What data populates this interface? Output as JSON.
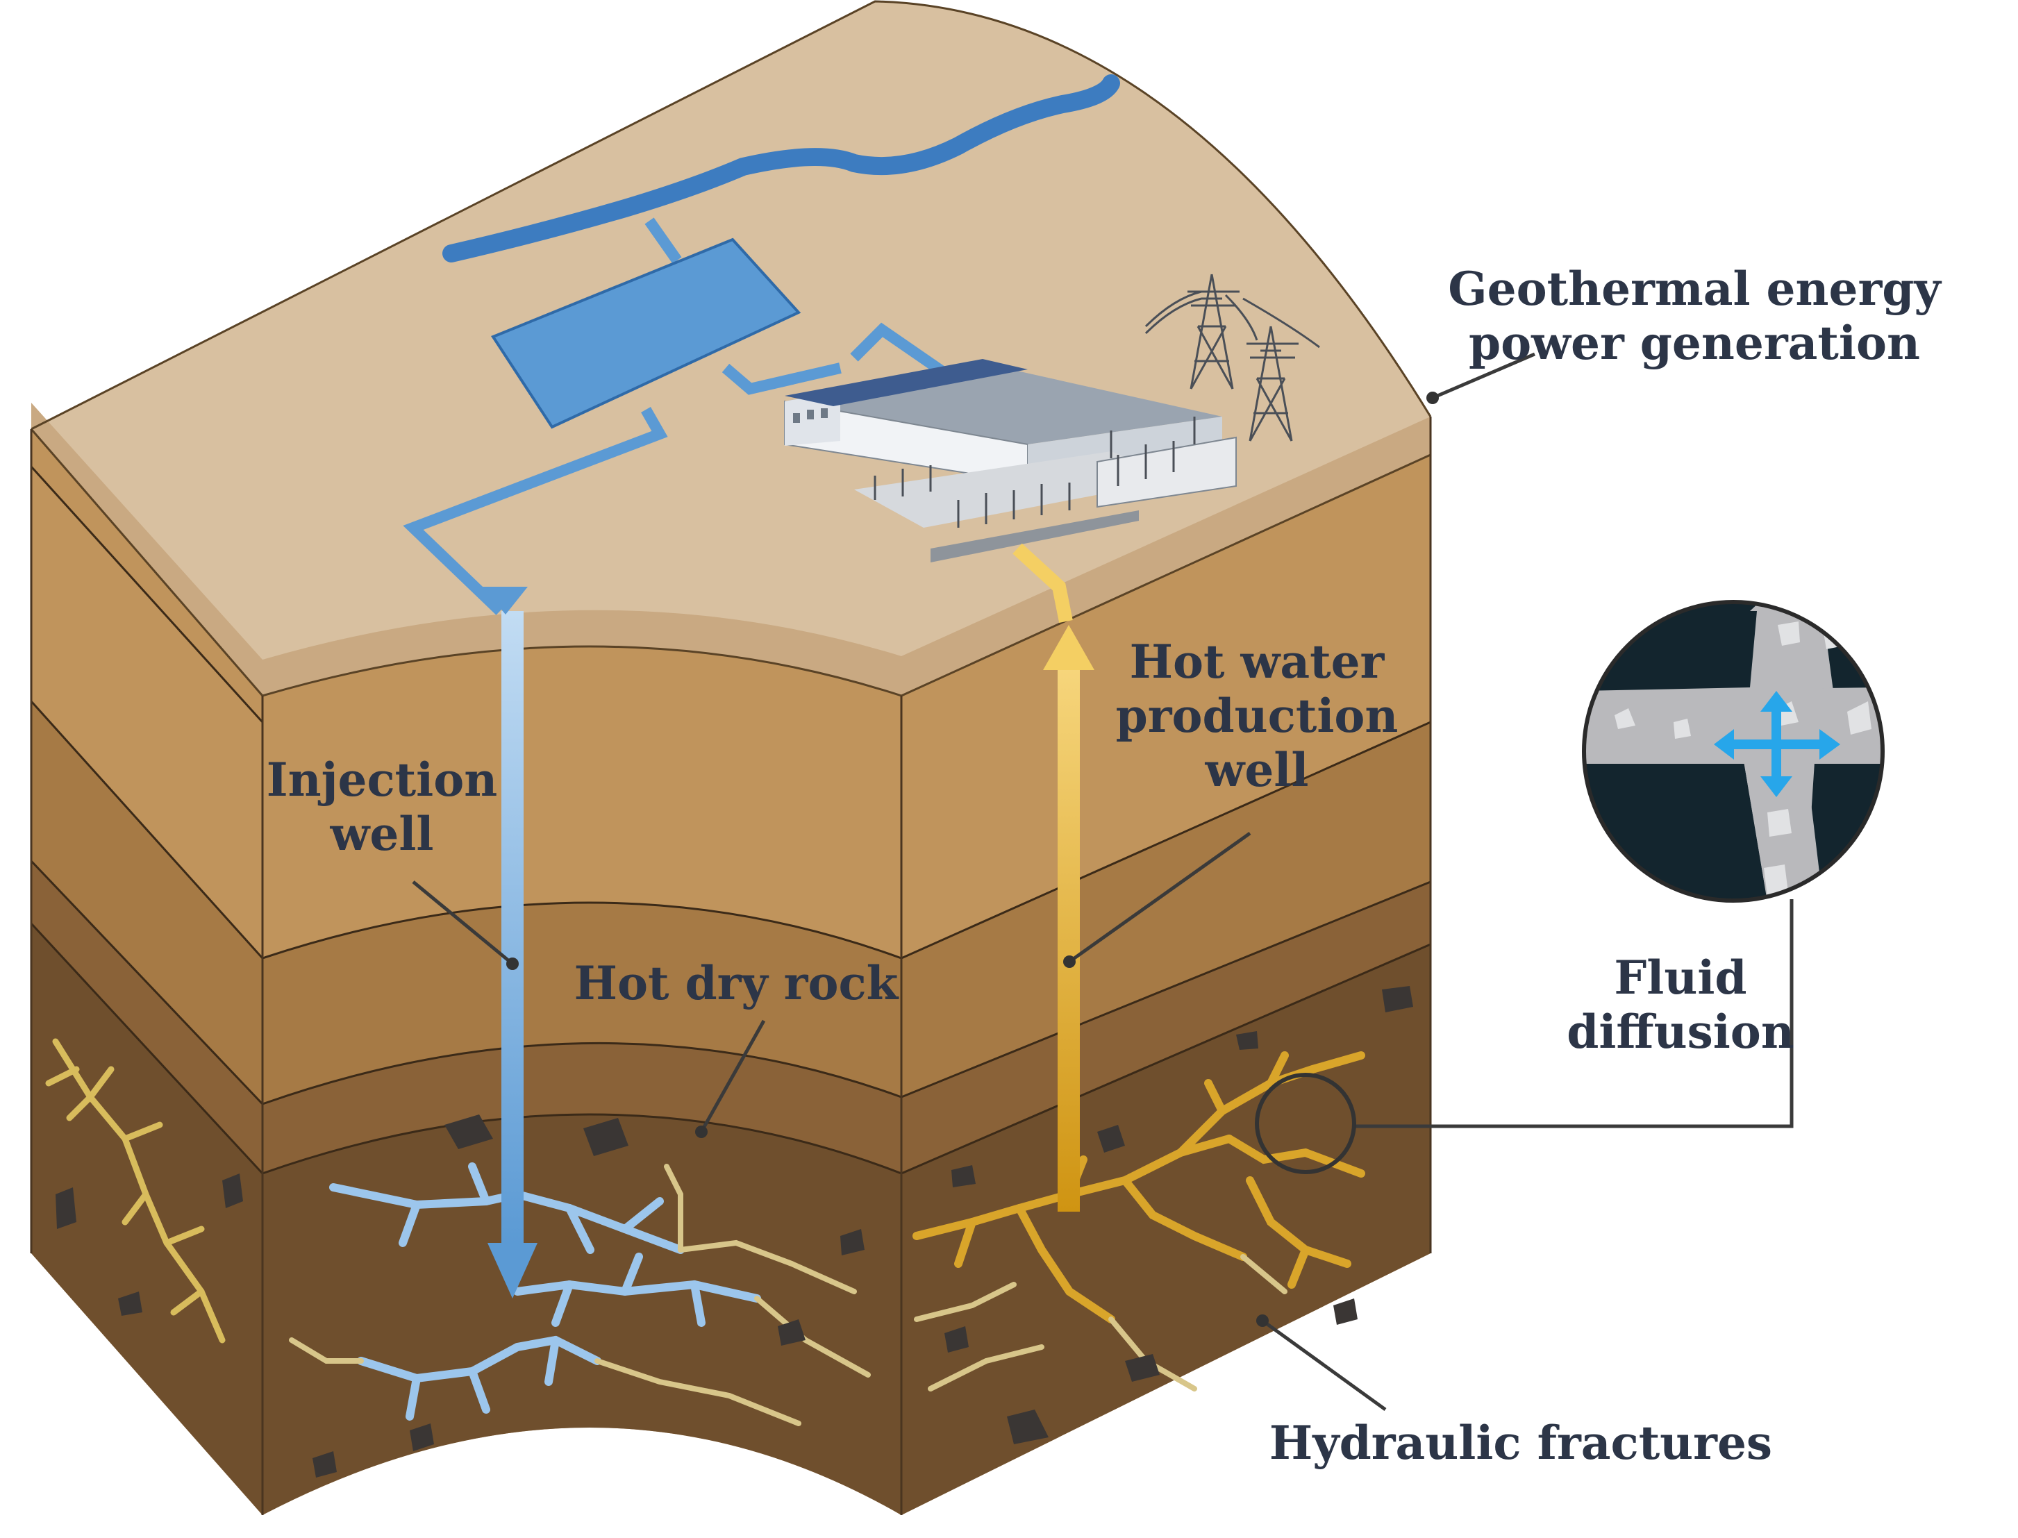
{
  "labels": {
    "geothermal": [
      "Geothermal energy",
      "power generation"
    ],
    "hot_water": [
      "Hot water",
      "production",
      "well"
    ],
    "injection": [
      "Injection",
      "well"
    ],
    "hot_dry_rock": "Hot dry rock",
    "fluid_diffusion": [
      "Fluid",
      "diffusion"
    ],
    "hydraulic_fractures": "Hydraulic fractures"
  },
  "colors": {
    "ground_top": "#d8c0a0",
    "layer1": "#c0945c",
    "layer2": "#a67a45",
    "layer3": "#8a6238",
    "layer4": "#6f4f2d",
    "water": "#3d7cc0",
    "pond": "#5b9ad4",
    "injection": "#7fb2e5",
    "production": "#e2ad2a",
    "text": "#2c3547",
    "magnifier_dark": "#13252e",
    "magnifier_rock": "#b9b9bc",
    "diffusion_arrow": "#27a6ea"
  }
}
